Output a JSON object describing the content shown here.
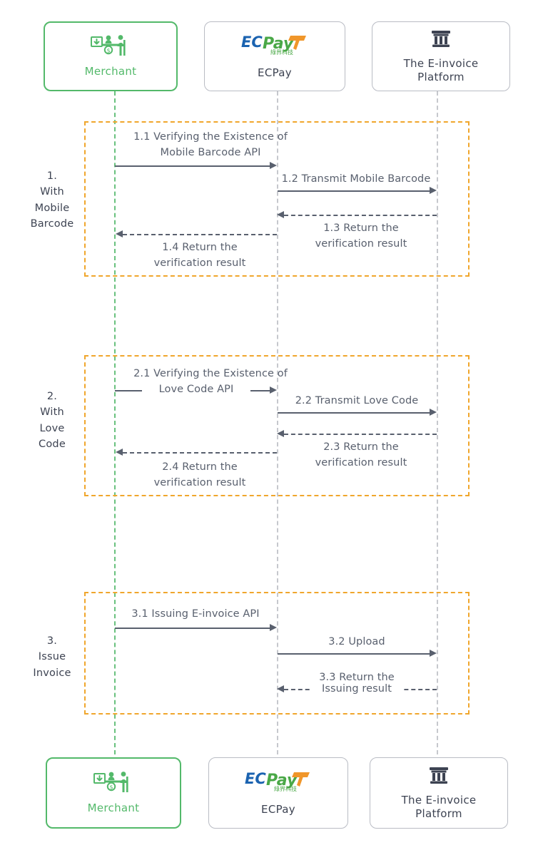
{
  "diagram": {
    "title": "E-invoice issuing sequence flow",
    "colors": {
      "merchant_green": "#53b96a",
      "lifeline_green": "#69c17e",
      "lifeline_grey": "#c6c8cd",
      "frame_orange": "#f0a62c",
      "arrow_grey": "#59606e",
      "box_border_grey": "#b9bcc4",
      "platform_icon_navy": "#3d4352",
      "ecpay_blue": "#1b63b0",
      "ecpay_green": "#4aa847",
      "ecpay_orange": "#f0962a"
    }
  },
  "actors": [
    {
      "id": "merchant",
      "label": "Merchant",
      "icon": "store-counter-icon",
      "style": "green"
    },
    {
      "id": "ecpay",
      "label": "ECPay",
      "icon": "ecpay-logo",
      "logo_text": {
        "ec": "EC",
        "pay": "Pay",
        "sub": "綠界科技"
      },
      "style": "grey"
    },
    {
      "id": "platform",
      "label": "The E-invoice\nPlatform",
      "label_line1": "The E-invoice",
      "label_line2": "Platform",
      "icon": "bank-building-icon",
      "style": "grey"
    }
  ],
  "phases": [
    {
      "id": "phase-1",
      "number": "1.",
      "label_lines": [
        "1.",
        "With",
        "Mobile",
        "Barcode"
      ],
      "messages": [
        {
          "id": "1.1",
          "text": "1.1 Verifying the Existence of\nMobile Barcode API",
          "from": "merchant",
          "to": "ecpay",
          "direction": "right",
          "style": "solid"
        },
        {
          "id": "1.2",
          "text": "1.2 Transmit Mobile Barcode",
          "from": "ecpay",
          "to": "platform",
          "direction": "right",
          "style": "solid"
        },
        {
          "id": "1.3",
          "text": "1.3 Return the\nverification result",
          "from": "platform",
          "to": "ecpay",
          "direction": "left",
          "style": "dashed"
        },
        {
          "id": "1.4",
          "text": "1.4 Return the\nverification result",
          "from": "ecpay",
          "to": "merchant",
          "direction": "left",
          "style": "dashed"
        }
      ]
    },
    {
      "id": "phase-2",
      "number": "2.",
      "label_lines": [
        "2.",
        "With",
        "Love",
        "Code"
      ],
      "messages": [
        {
          "id": "2.1",
          "text": "2.1 Verifying the Existence of",
          "text_line2": "Love Code API",
          "from": "merchant",
          "to": "ecpay",
          "direction": "right",
          "style": "solid"
        },
        {
          "id": "2.2",
          "text": "2.2 Transmit Love Code",
          "from": "ecpay",
          "to": "platform",
          "direction": "right",
          "style": "solid"
        },
        {
          "id": "2.3",
          "text": "2.3 Return the\nverification result",
          "from": "platform",
          "to": "ecpay",
          "direction": "left",
          "style": "dashed"
        },
        {
          "id": "2.4",
          "text": "2.4 Return the\nverification result",
          "from": "ecpay",
          "to": "merchant",
          "direction": "left",
          "style": "dashed"
        }
      ]
    },
    {
      "id": "phase-3",
      "number": "3.",
      "label_lines": [
        "3.",
        "Issue",
        "Invoice"
      ],
      "messages": [
        {
          "id": "3.1",
          "text": "3.1 Issuing E-invoice API",
          "from": "merchant",
          "to": "ecpay",
          "direction": "right",
          "style": "solid"
        },
        {
          "id": "3.2",
          "text": "3.2 Upload",
          "from": "ecpay",
          "to": "platform",
          "direction": "right",
          "style": "solid"
        },
        {
          "id": "3.3",
          "text": "3.3 Return the",
          "text_line2": "Issuing result",
          "from": "platform",
          "to": "ecpay",
          "direction": "left",
          "style": "dashed"
        }
      ]
    }
  ]
}
